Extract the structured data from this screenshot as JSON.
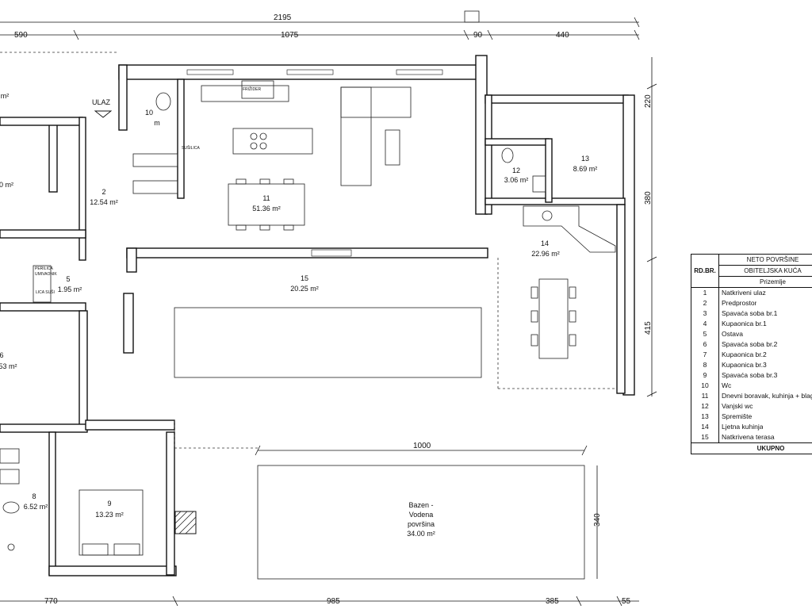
{
  "dimensions": {
    "top_total": "2195",
    "top_segments": [
      "590",
      "1075",
      "90",
      "440"
    ],
    "bottom_segments": [
      "770",
      "985",
      "385",
      "55"
    ],
    "right_segments": [
      "220",
      "380",
      "415"
    ],
    "pool_width": "1000",
    "pool_height": "340"
  },
  "labels": {
    "entrance": "ULAZ",
    "appliance_1": "FRIŽIDER",
    "appliance_2": "SUŠILICA",
    "appliance_3": "PERILICA",
    "appliance_4": "UMIVAONIK",
    "appliance_5": "LICA SUŠI"
  },
  "rooms": [
    {
      "no": "",
      "area": "m²"
    },
    {
      "no": "10",
      "area": "m"
    },
    {
      "no": "",
      "area": "0 m²"
    },
    {
      "no": "2",
      "area": "12.54 m²"
    },
    {
      "no": "11",
      "area": "51.36 m²"
    },
    {
      "no": "12",
      "area": "3.06 m²"
    },
    {
      "no": "13",
      "area": "8.69 m²"
    },
    {
      "no": "14",
      "area": "22.96 m²"
    },
    {
      "no": "15",
      "area": "20.25 m²"
    },
    {
      "no": "5",
      "area": "1.95 m²"
    },
    {
      "no": "6",
      "area": "53 m²"
    },
    {
      "no": "8",
      "area": "6.52 m²"
    },
    {
      "no": "9",
      "area": "13.23 m²"
    }
  ],
  "pool": {
    "line1": "Bazen -",
    "line2": "Vodena",
    "line3": "površina",
    "area": "34.00 m²"
  },
  "legend": {
    "col_no": "RD.BR.",
    "title": "NETO POVRŠINE",
    "subtitle": "OBITELJSKA KUĆA",
    "floor": "Prizemlje",
    "items": [
      {
        "no": "1",
        "name": "Natkriveni ulaz"
      },
      {
        "no": "2",
        "name": "Predprostor"
      },
      {
        "no": "3",
        "name": "Spavaća soba br.1"
      },
      {
        "no": "4",
        "name": "Kupaonica br.1"
      },
      {
        "no": "5",
        "name": "Ostava"
      },
      {
        "no": "6",
        "name": "Spavaća soba br.2"
      },
      {
        "no": "7",
        "name": "Kupaonica br.2"
      },
      {
        "no": "8",
        "name": "Kupaonica br.3"
      },
      {
        "no": "9",
        "name": "Spavaća soba br.3"
      },
      {
        "no": "10",
        "name": "Wc"
      },
      {
        "no": "11",
        "name": "Dnevni boravak, kuhinja + blagovaona"
      },
      {
        "no": "12",
        "name": "Vanjski wc"
      },
      {
        "no": "13",
        "name": "Spremište"
      },
      {
        "no": "14",
        "name": "Ljetna kuhinja"
      },
      {
        "no": "15",
        "name": "Natkrivena terasa"
      }
    ],
    "total": "UKUPNO"
  }
}
